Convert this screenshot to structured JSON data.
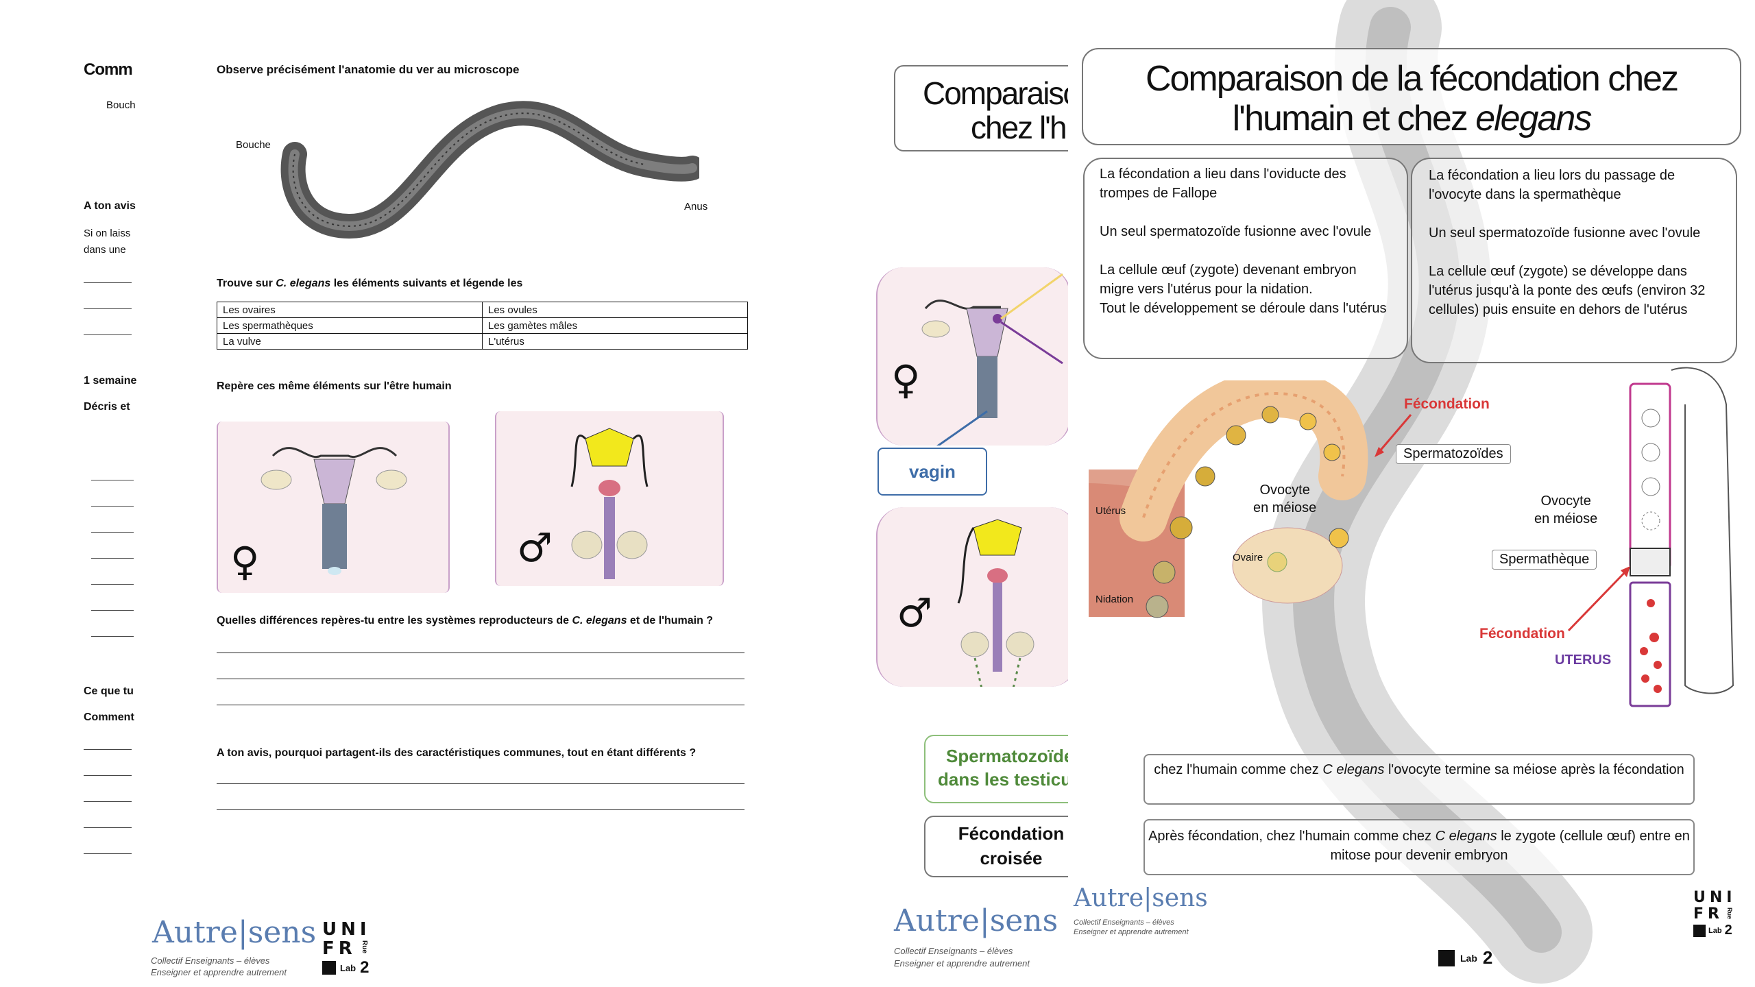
{
  "sheet": {
    "left_cut": {
      "title": "Comm",
      "bouche_cut": "Bouch",
      "avis": "A ton avis",
      "si_on": "Si on laiss",
      "dans_une": "dans une",
      "semaine": "1 semaine",
      "decris": "Décris et",
      "ce_que": "Ce que tu",
      "comment": "Comment"
    },
    "observe_title": "Observe précisément l'anatomie du ver au microscope",
    "bouche_label": "Bouche",
    "anus_label": "Anus",
    "trouve_prefix": "Trouve sur ",
    "trouve_species": "C. elegans",
    "trouve_suffix": " les éléments suivants et légende les",
    "table": [
      [
        "Les ovaires",
        "Les ovules"
      ],
      [
        "Les spermathèques",
        "Les gamètes mâles"
      ],
      [
        "La vulve",
        "L'utérus"
      ]
    ],
    "repere_title": "Repère ces même éléments sur l'être humain",
    "female_symbol": "♀",
    "male_symbol": "♂",
    "question1_prefix": "Quelles différences repères-tu entre les systèmes reproducteurs de ",
    "question1_species": "C. elegans",
    "question1_suffix": " et de l'humain ?",
    "question2": "A ton avis, pourquoi partagent-ils des caractéristiques communes, tout en étant différents ?",
    "logo_autre": "Autre|sens",
    "logo_sub1": "Collectif Enseignants – élèves",
    "logo_sub2": "Enseigner et apprendre autrement",
    "unifr_line1": "UNI",
    "unifr_line2": "FR",
    "unifr_rue": "Rue",
    "unifr_lab": "Lab",
    "unifr_num": "2"
  },
  "mid": {
    "title_line1": "Comparaiso",
    "title_line2": "chez l'h",
    "female_symbol": "♀",
    "male_symbol": "♂",
    "vagin": "vagin",
    "sperm_line1": "Spermatozoïde",
    "sperm_line2": "dans les testicul",
    "fecond_line1": "Fécondation",
    "fecond_line2": "croisée",
    "logo_autre": "Autre|sens",
    "logo_sub1": "Collectif Enseignants – élèves",
    "logo_sub2": "Enseigner et apprendre autrement",
    "unifr_lab": "Lab",
    "unifr_num": "2"
  },
  "right": {
    "title_line1": "Comparaison de la fécondation chez",
    "title_line2_prefix": "l'humain et chez ",
    "title_line2_italic": "elegans",
    "human_box": [
      "La fécondation a lieu dans l'oviducte des trompes de Fallope",
      "Un seul spermatozoïde fusionne avec l'ovule",
      "La cellule œuf (zygote) devenant embryon migre vers l'utérus pour la nidation.",
      "Tout le développement se déroule dans l'utérus"
    ],
    "elegans_box": [
      "La fécondation a lieu lors du passage de l'ovocyte dans la spermathèque",
      "Un seul spermatozoïde fusionne avec l'ovule",
      "La cellule œuf (zygote) se développe dans l'utérus jusqu'à la ponte des œufs (environ 32 cellules) puis ensuite en dehors de l'utérus"
    ],
    "diagram_labels": {
      "fecondation": "Fécondation",
      "spermatozoides": "Spermatozoïdes",
      "ovocyte_meiose": "Ovocyte\nen méiose",
      "uterus": "Utérus",
      "ovaire": "Ovaire",
      "nidation": "Nidation",
      "ovocyte_meiose_worm": "Ovocyte\nen méiose",
      "spermatheque": "Spermathèque",
      "fecondation_worm": "Fécondation",
      "uterus_worm": "UTERUS"
    },
    "bottom1_prefix": "chez l'humain comme chez ",
    "bottom1_italic": "C elegans",
    "bottom1_suffix": " l'ovocyte termine sa méiose après la fécondation",
    "bottom2_prefix": "Après fécondation, chez l'humain comme chez ",
    "bottom2_italic": "C elegans",
    "bottom2_suffix": " le zygote (cellule œuf) entre en mitose pour devenir embryon",
    "logo_autre": "Autre|sens",
    "logo_sub1": "Collectif Enseignants – élèves",
    "logo_sub2": "Enseigner et apprendre autrement",
    "unifr_line1": "UNI",
    "unifr_line2": "FR",
    "unifr_rue": "Rue",
    "unifr_lab": "Lab",
    "unifr_num": "2"
  },
  "colors": {
    "pink_skin": "#f9ecef",
    "purple": "#7a3c98",
    "red_label": "#d93838",
    "yellow_gland": "#f2e81c"
  }
}
